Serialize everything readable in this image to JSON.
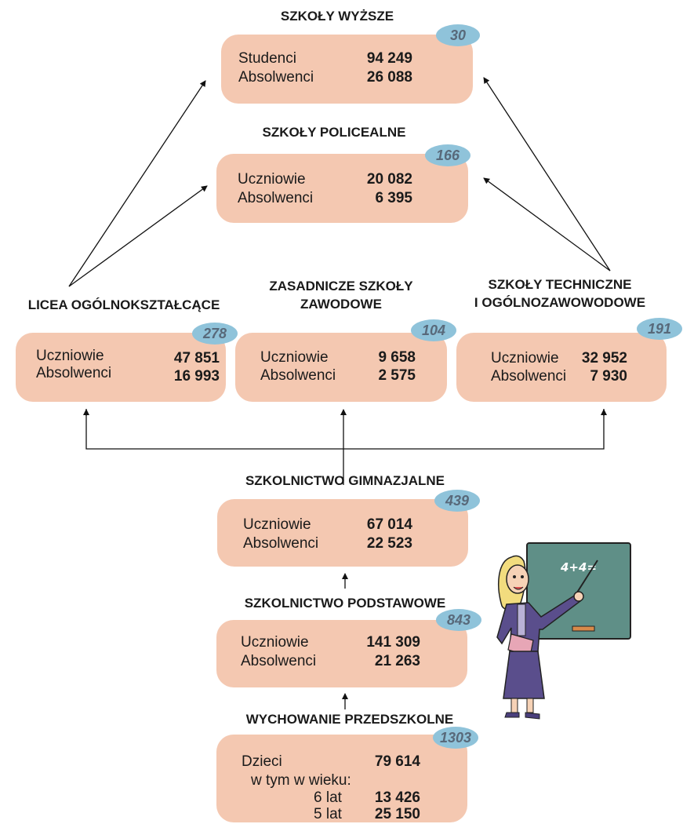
{
  "higher": {
    "title": "SZKOŁY WYŻSZE",
    "badge": "30",
    "rows": [
      {
        "label": "Studenci",
        "value": "94 249"
      },
      {
        "label": "Absolwenci",
        "value": "26 088"
      }
    ]
  },
  "postsecondary": {
    "title": "SZKOŁY POLICEALNE",
    "badge": "166",
    "rows": [
      {
        "label": "Uczniowie",
        "value": "20 082"
      },
      {
        "label": "Absolwenci",
        "value": "6 395"
      }
    ]
  },
  "licea": {
    "title": "LICEA  OGÓLNOKSZTAŁCĄCE",
    "badge": "278",
    "rows": [
      {
        "label": "Uczniowie",
        "value": "47 851"
      },
      {
        "label": "Absolwenci",
        "value": "16 993"
      }
    ]
  },
  "vocational": {
    "title_line1": "ZASADNICZE SZKOŁY",
    "title_line2": "ZAWODOWE",
    "badge": "104",
    "rows": [
      {
        "label": "Uczniowie",
        "value": "9 658"
      },
      {
        "label": "Absolwenci",
        "value": "2 575"
      }
    ]
  },
  "technical": {
    "title_line1": "SZKOŁY TECHNICZNE",
    "title_line2": "I OGÓLNOZAWOWODOWE",
    "badge": "191",
    "rows": [
      {
        "label": "Uczniowie",
        "value": "32 952"
      },
      {
        "label": "Absolwenci",
        "value": "7 930"
      }
    ]
  },
  "gymnasium": {
    "title": "SZKOLNICTWO  GIMNAZJALNE",
    "badge": "439",
    "rows": [
      {
        "label": "Uczniowie",
        "value": "67 014"
      },
      {
        "label": "Absolwenci",
        "value": "22 523"
      }
    ]
  },
  "primary": {
    "title": "SZKOLNICTWO  PODSTAWOWE",
    "badge": "843",
    "rows": [
      {
        "label": "Uczniowie",
        "value": "141 309"
      },
      {
        "label": "Absolwenci",
        "value": "21 263"
      }
    ]
  },
  "preschool": {
    "title": "WYCHOWANIE  PRZEDSZKOLNE",
    "badge": "1303",
    "children_label": "Dzieci",
    "children_value": "79 614",
    "age_label": "w tym w wieku:",
    "age6_label": "6 lat",
    "age6_value": "13 426",
    "age5_label": "5 lat",
    "age5_value": "25 150"
  },
  "illustration": {
    "board_text": "4+4="
  },
  "colors": {
    "box": "#f4c8b1",
    "badge": "#8fc3da",
    "badge_text": "#58697a",
    "board": "#5f8f87"
  }
}
